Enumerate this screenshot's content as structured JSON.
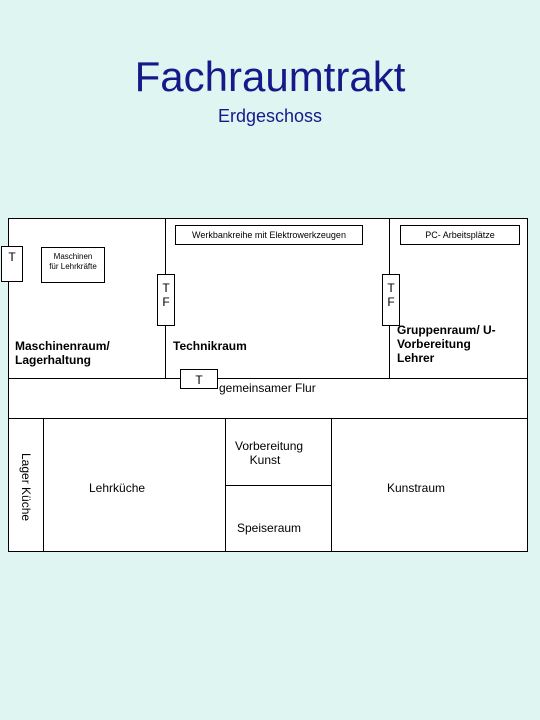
{
  "header": {
    "title": "Fachraumtrakt",
    "subtitle": "Erdgeschoss"
  },
  "rooms": {
    "maschinenraum": "Maschinenraum/ Lagerhaltung",
    "technikraum": "Technikraum",
    "gruppenraum": "Gruppenraum/ U-Vorbereitung Lehrer",
    "flur": "gemeinsamer Flur",
    "lager_kueche": "Lager Küche",
    "lehrkueche": "Lehrküche",
    "vorbereitung_kunst": "Vorbereitung Kunst",
    "speiseraum": "Speiseraum",
    "kunstraum": "Kunstraum"
  },
  "fixtures": {
    "werkbankreihe": "Werkbankreihe mit Elektrowerkzeugen",
    "pc_arbeitsplaetze": "PC- Arbeitsplätze",
    "maschinen_lehrkraefte": "Maschinen für Lehrkräfte"
  },
  "doors": {
    "t_left": "T",
    "tf_technik": "T F",
    "tf_gruppen": "T F",
    "t_flur": "T"
  },
  "colors": {
    "background": "#dff5f2",
    "title": "#141a8a"
  }
}
